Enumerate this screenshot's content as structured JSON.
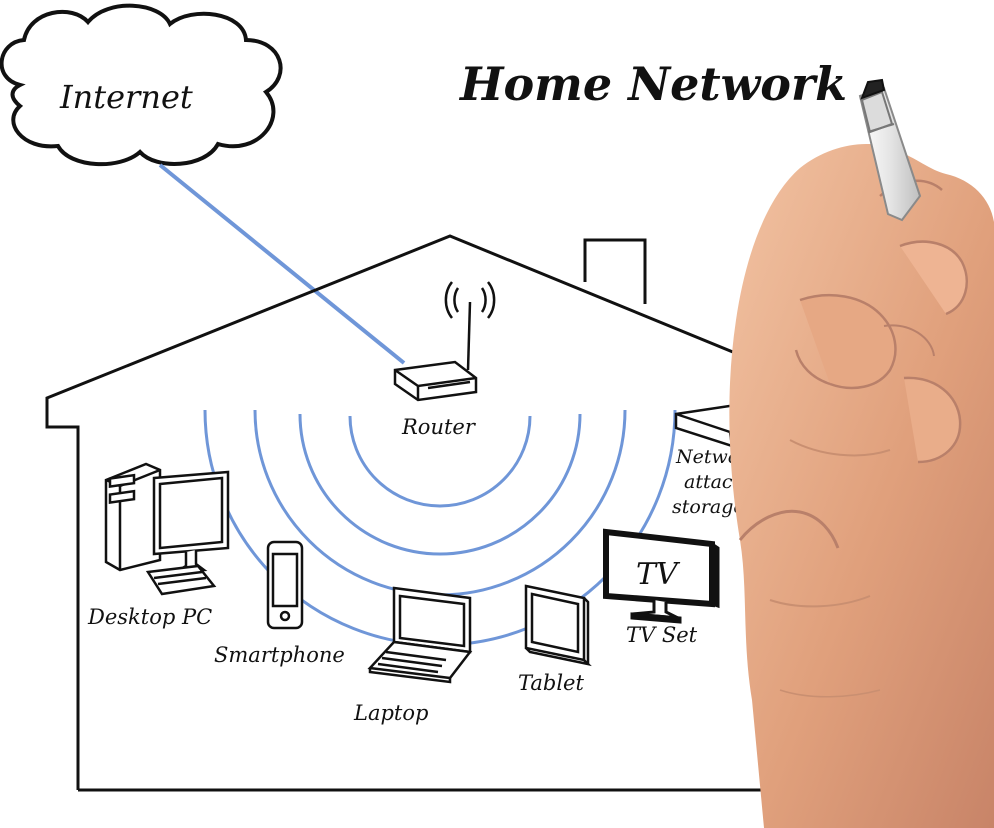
{
  "title": "Home Network",
  "cloud": {
    "label": "Internet"
  },
  "devices": {
    "router": "Router",
    "nas_line_1": "Network",
    "nas_line_2": "attached",
    "nas_line_3": "storage(NAS}",
    "desktop": "Desktop PC",
    "smartphone": "Smartphone",
    "laptop": "Laptop",
    "tablet": "Tablet",
    "tv_screen": "TV",
    "tv_set": "TV Set"
  },
  "colors": {
    "line": "#111111",
    "wireless": "#6f96d8",
    "skin": "#e9b18e",
    "skin_shadow": "#c98f71",
    "marker_body": "#ececec",
    "marker_tip": "#222222"
  },
  "icons": {
    "router": "router-icon",
    "desktop": "desktop-pc-icon",
    "smartphone": "smartphone-icon",
    "laptop": "laptop-icon",
    "tablet": "tablet-icon",
    "tv": "tv-icon",
    "nas": "nas-icon",
    "cloud": "cloud-icon",
    "hand": "hand-with-marker-icon"
  }
}
